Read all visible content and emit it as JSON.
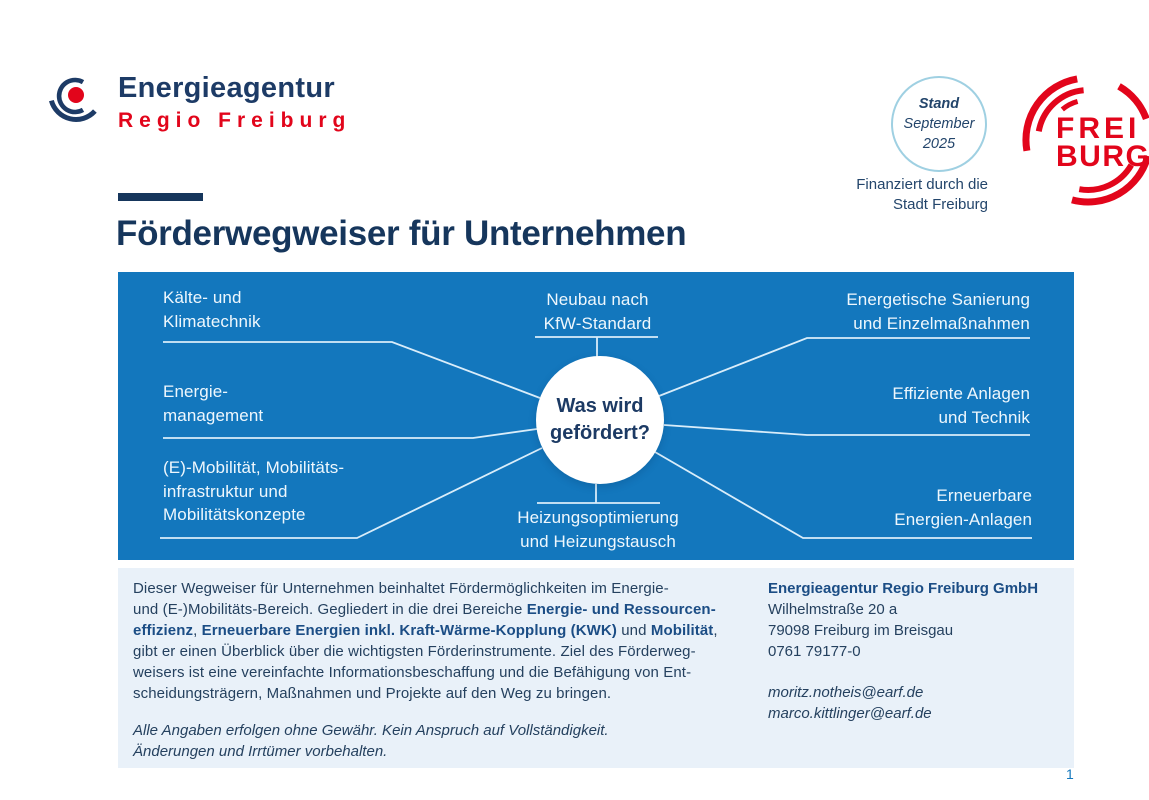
{
  "colors": {
    "primary_blue": "#1377bd",
    "panel_blue": "#e9f1f9",
    "navy": "#16365c",
    "brand_red": "#e2051b",
    "connector_line": "#d9edfa"
  },
  "header": {
    "brand": {
      "icon": "energieagentur-mark-icon",
      "name_line1": "Energieagentur",
      "name_line2": "Regio Freiburg"
    },
    "stand_badge": {
      "line1": "Stand",
      "line2": "September",
      "line3": "2025"
    },
    "financed_line1": "Finanziert durch die",
    "financed_line2": "Stadt Freiburg",
    "freiburg_logo": {
      "icon": "freiburg-city-logo",
      "line1": "FREI",
      "line2": "BURG"
    }
  },
  "title": "Förderwegweiser für Unternehmen",
  "diagram": {
    "center_question": {
      "line1": "Was wird",
      "line2": "gefördert?"
    },
    "nodes": {
      "kaelte": {
        "lines": [
          "Kälte- und",
          "Klimatechnik"
        ]
      },
      "neubau": {
        "lines": [
          "Neubau nach",
          "KfW-Standard"
        ]
      },
      "sanierung": {
        "lines": [
          "Energetische Sanierung",
          "und Einzelmaßnahmen"
        ]
      },
      "energiemanagement": {
        "lines": [
          "Energie-",
          "management"
        ]
      },
      "anlagen": {
        "lines": [
          "Effiziente Anlagen",
          "und Technik"
        ]
      },
      "mobilitaet": {
        "lines": [
          "(E)-Mobilität, Mobilitäts-",
          "infrastruktur und",
          "Mobilitätskonzepte"
        ]
      },
      "heizung": {
        "lines": [
          "Heizungsoptimierung",
          "und Heizungstausch"
        ]
      },
      "erneuerbare": {
        "lines": [
          "Erneuerbare",
          "Energien-Anlagen"
        ]
      }
    }
  },
  "info": {
    "intro_lines": [
      [
        {
          "text": "Dieser Wegweiser für Unternehmen beinhaltet Fördermöglichkeiten im Energie-",
          "bold": false
        }
      ],
      [
        {
          "text": "und (E-)Mobilitäts-Bereich. Gegliedert in die drei Bereiche ",
          "bold": false
        },
        {
          "text": "Energie- und Ressourcen-",
          "bold": true
        }
      ],
      [
        {
          "text": "effizienz",
          "bold": true
        },
        {
          "text": ", ",
          "bold": false
        },
        {
          "text": "Erneuerbare Energien inkl. Kraft-Wärme-Kopplung (KWK)",
          "bold": true
        },
        {
          "text": " und ",
          "bold": false
        },
        {
          "text": "Mobilität",
          "bold": true
        },
        {
          "text": ",",
          "bold": false
        }
      ],
      [
        {
          "text": "gibt er einen Überblick über die wichtigsten Förderinstrumente. Ziel des Förderweg-",
          "bold": false
        }
      ],
      [
        {
          "text": "weisers ist eine vereinfachte Informationsbeschaffung und die Befähigung von Ent-",
          "bold": false
        }
      ],
      [
        {
          "text": "scheidungsträgern, Maßnahmen und Projekte auf den Weg zu bringen.",
          "bold": false
        }
      ]
    ],
    "disclaimer_line1": "Alle Angaben erfolgen ohne Gewähr. Kein Anspruch auf Vollständigkeit.",
    "disclaimer_line2": "Änderungen und Irrtümer vorbehalten.",
    "contact": {
      "name": "Energieagentur Regio Freiburg GmbH",
      "address_lines": [
        "Wilhelmstraße 20 a",
        "79098 Freiburg im Breisgau",
        "0761 79177-0"
      ],
      "emails": [
        "moritz.notheis@earf.de",
        "marco.kittlinger@earf.de"
      ]
    }
  },
  "page_number": "1"
}
